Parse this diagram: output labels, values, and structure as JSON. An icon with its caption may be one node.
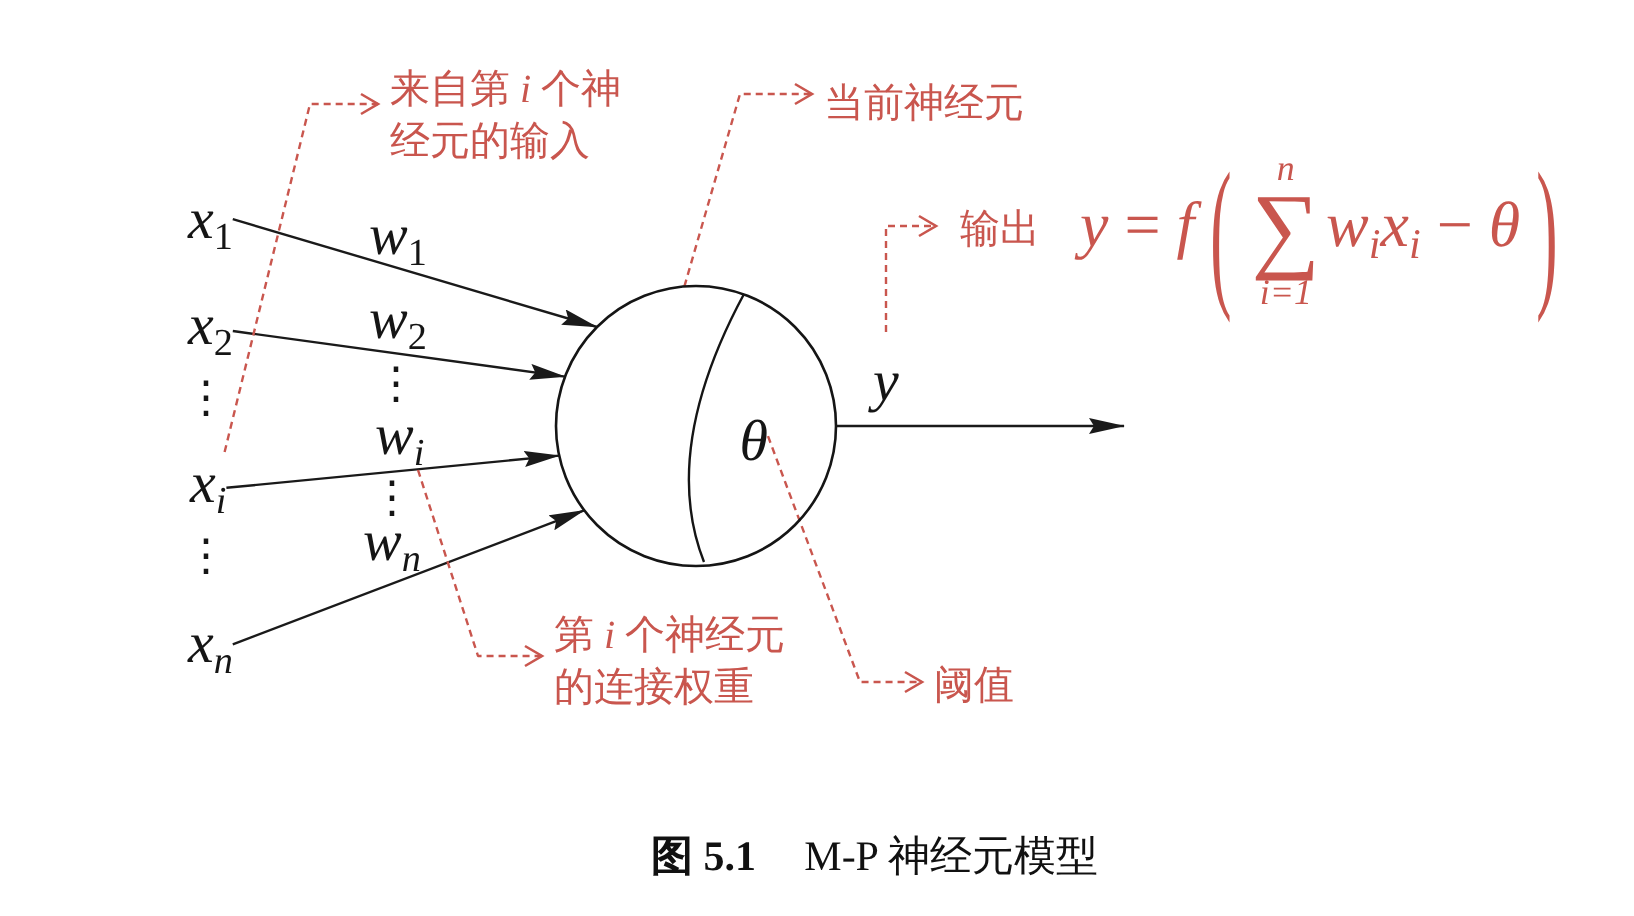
{
  "diagram": {
    "caption": "**图 5.1** M-P 神经元模型",
    "nodes": [
      {
        "text": [
          "*x*$_{1}$"
        ]
      },
      {
        "text": [
          "*x*$_{2}$"
        ]
      },
      {
        "text": [
          "*x*$_{i}$"
        ]
      },
      {
        "text": [
          "*x*$_{n}$"
        ]
      },
      {
        "text": [],
        "shape": "circle"
      },
      {
        "text": [
          "θ"
        ],
        "in": 4
      },
      {
        "text": [
          "来自第 *i* 个神经元的输入"
        ]
      },
      {
        "text": [
          "当前神经元"
        ]
      },
      {
        "text": [
          "输出",
          "*y* = *f*(∑$_{i=1}$$^{n}$*w*$_{i}$*x*$_{i}$ − *θ*)"
        ]
      },
      {
        "text": [
          "第 *i* 个神经元的连接权重"
        ]
      },
      {
        "text": [
          "阈值"
        ]
      }
    ],
    "edges": [
      {
        "from": 0,
        "to": 4,
        "arrow": "to",
        "label": "*w*$_{1}$"
      },
      {
        "from": 1,
        "to": 4,
        "arrow": "to",
        "label": "*w*$_{2}$"
      },
      {
        "from": 2,
        "to": 4,
        "arrow": "to",
        "label": "*w*$_{i}$"
      },
      {
        "from": 3,
        "to": 4,
        "arrow": "to",
        "label": "*w*$_{n}$"
      },
      {
        "from": 4,
        "to": null,
        "arrow": "to",
        "label": "y"
      },
      {
        "from": 2,
        "to": 6,
        "arrow": "to",
        "style": "dashed",
        "color": "#c9564e"
      },
      {
        "from": 4,
        "to": 7,
        "arrow": "to",
        "style": "dashed",
        "color": "#c9564e"
      },
      {
        "from": null,
        "to": 8,
        "arrow": "to",
        "style": "dashed",
        "color": "#c9564e"
      },
      {
        "from": null,
        "to": 9,
        "arrow": "to",
        "style": "dashed",
        "color": "#c9564e"
      },
      {
        "from": 5,
        "to": 10,
        "arrow": "to",
        "style": "dashed",
        "color": "#c9564e"
      }
    ],
    "labels": [
      "⋮",
      "⋮",
      "⋮",
      "⋮"
    ]
  }
}
